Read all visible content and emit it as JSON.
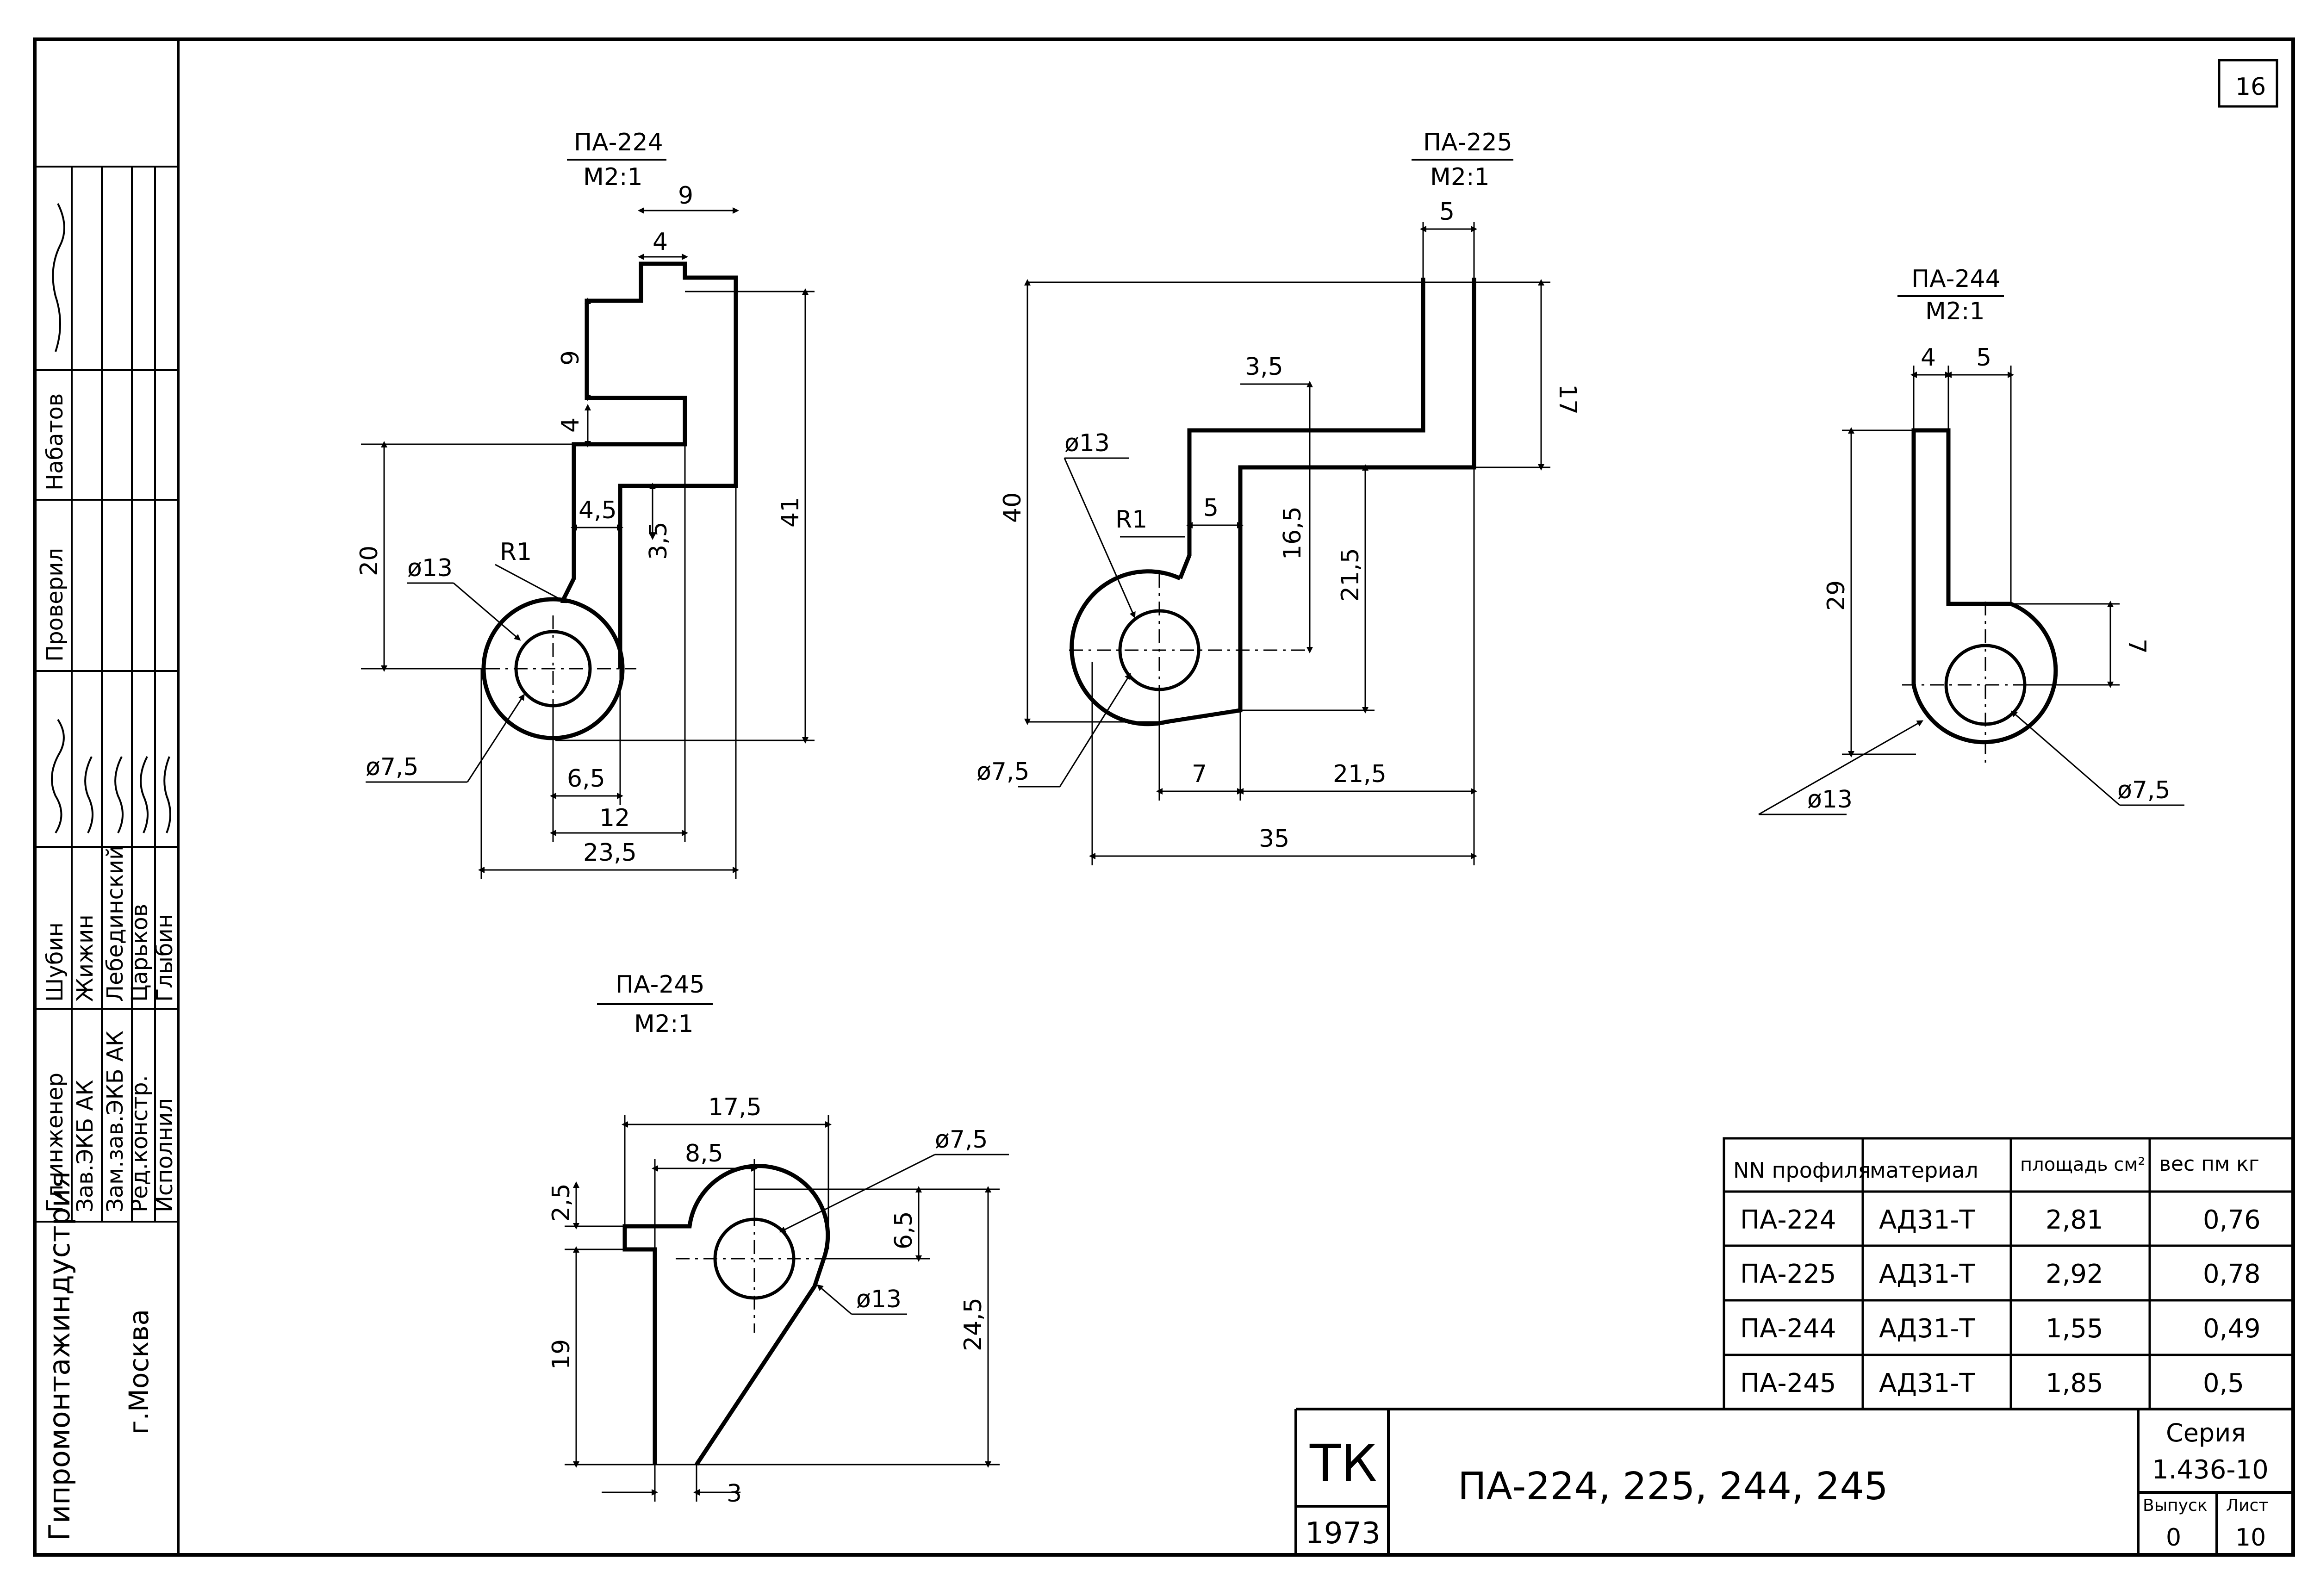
{
  "sheet_number": "16",
  "profiles": {
    "pa224": {
      "name": "ПА-224",
      "scale": "М2:1",
      "dims": [
        "9",
        "4",
        "9",
        "4",
        "20",
        "41",
        "4,5",
        "3,5",
        "6,5",
        "12",
        "23,5"
      ],
      "dia_outer": "ø13",
      "dia_inner": "ø7,5",
      "radius": "R1"
    },
    "pa225": {
      "name": "ПА-225",
      "scale": "М2:1",
      "dims": [
        "5",
        "17",
        "3,5",
        "40",
        "5",
        "16,5",
        "21,5",
        "7",
        "21,5",
        "35"
      ],
      "dia_outer": "ø13",
      "dia_inner": "ø7,5",
      "radius": "R1"
    },
    "pa244": {
      "name": "ПА-244",
      "scale": "М2:1",
      "dims": [
        "4",
        "5",
        "29",
        "7"
      ],
      "dia_outer": "ø13",
      "dia_inner": "ø7,5"
    },
    "pa245": {
      "name": "ПА-245",
      "scale": "М2:1",
      "dims": [
        "17,5",
        "8,5",
        "2,5",
        "6,5",
        "19",
        "24,5",
        "3"
      ],
      "dia_outer": "ø13",
      "dia_inner": "ø7,5"
    }
  },
  "spec_table": {
    "headers": [
      "NN профиля",
      "материал",
      "площадь см²",
      "вес пм кг"
    ],
    "rows": [
      [
        "ПА-224",
        "АД31-Т",
        "2,81",
        "0,76"
      ],
      [
        "ПА-225",
        "АД31-Т",
        "2,92",
        "0,78"
      ],
      [
        "ПА-244",
        "АД31-Т",
        "1,55",
        "0,49"
      ],
      [
        "ПА-245",
        "АД31-Т",
        "1,85",
        "0,5"
      ]
    ]
  },
  "title_block": {
    "org": "ТК",
    "year": "1973",
    "title": "ПА-224, 225, 244, 245",
    "series_label": "Серия",
    "series": "1.436-10",
    "issue_label": "Выпуск",
    "issue": "0",
    "sheet_label": "Лист",
    "sheet": "10"
  },
  "side_stamp": {
    "institute": "Гипромонтажиндустрия",
    "city": "г.Москва",
    "roles": [
      "Гл.инженер",
      "Зав.ЭКБ АК",
      "Зам.зав.ЭКБ АК",
      "Ред.констр.",
      "Исполнил"
    ],
    "names": [
      "Шубин",
      "Жижин",
      "Лебединский",
      "Царьков",
      "Глыбин"
    ],
    "signers": [
      "Проверил",
      "Набатов"
    ]
  }
}
